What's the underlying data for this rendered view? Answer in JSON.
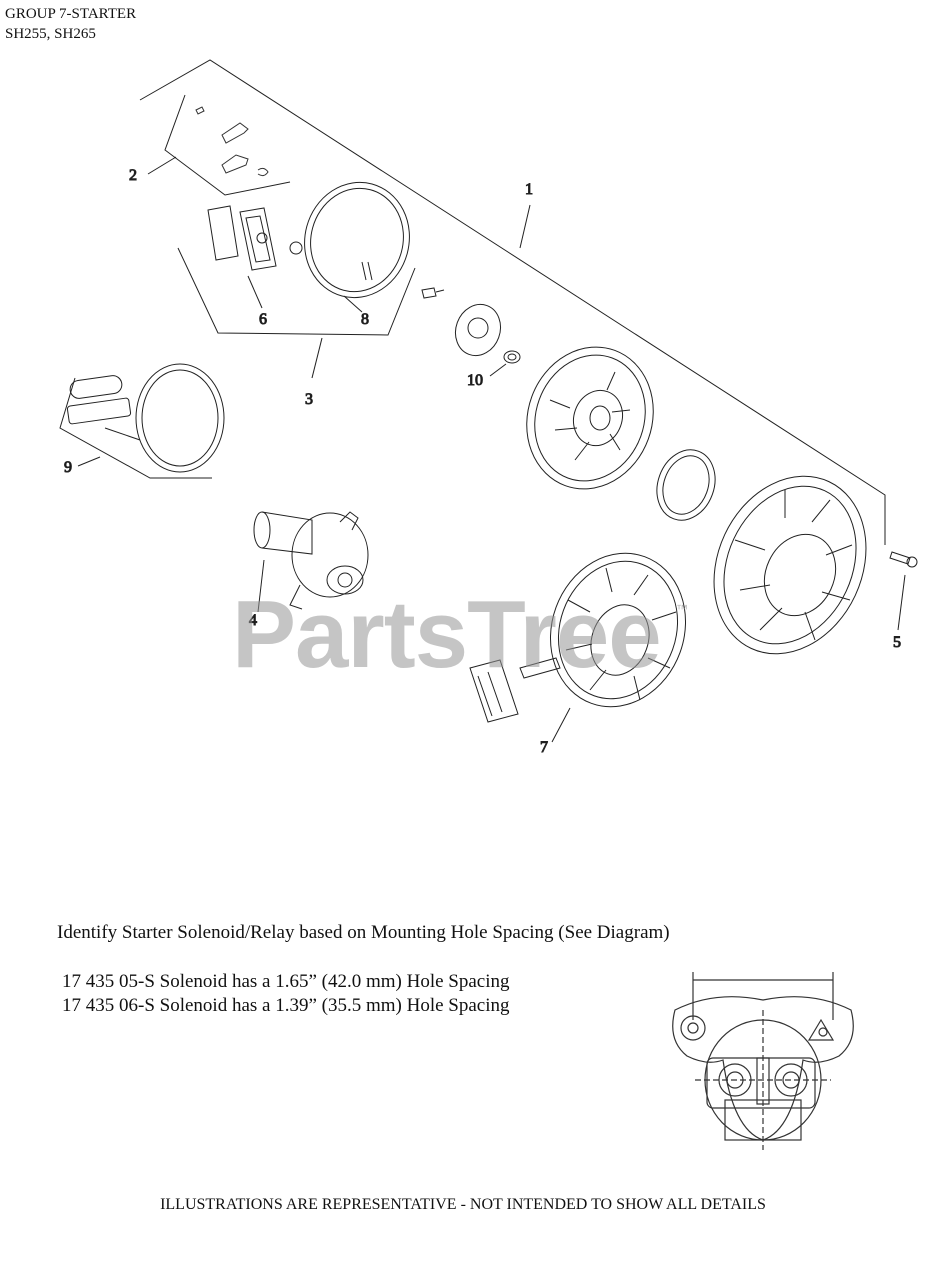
{
  "header": {
    "line1": "GROUP 7-STARTER",
    "line2": "SH255, SH265"
  },
  "watermark": {
    "text": "PartsTree",
    "mark": "™"
  },
  "callouts": [
    "1",
    "2",
    "3",
    "4",
    "5",
    "6",
    "7",
    "8",
    "9",
    "10"
  ],
  "notes": {
    "title": "Identify Starter Solenoid/Relay based on Mounting Hole Spacing (See Diagram)",
    "line1": "17 435 05-S Solenoid has a 1.65” (42.0 mm) Hole Spacing",
    "line2": "17 435 06-S Solenoid has a 1.39” (35.5 mm) Hole Spacing"
  },
  "footer": "ILLUSTRATIONS ARE REPRESENTATIVE - NOT INTENDED TO SHOW ALL DETAILS",
  "colors": {
    "line": "#222222",
    "watermark": "#a0a0a0"
  }
}
